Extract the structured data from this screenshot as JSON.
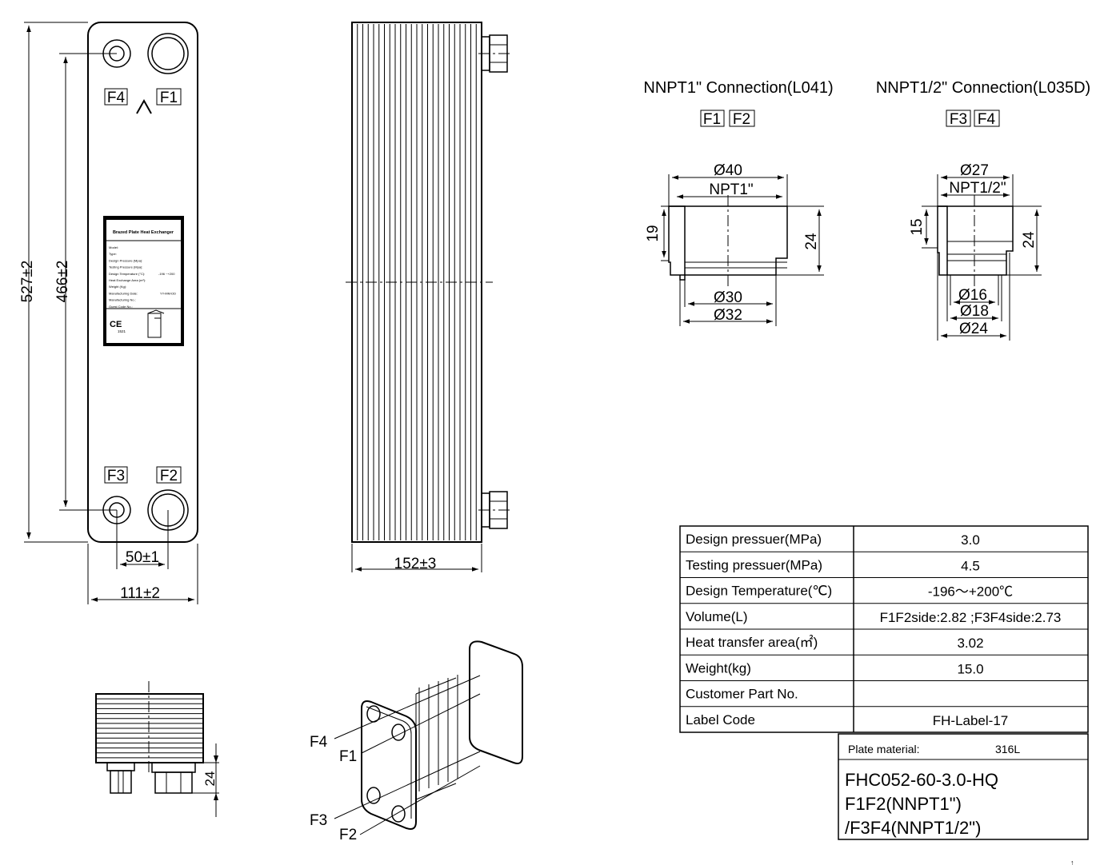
{
  "front_view": {
    "port_labels": {
      "top_left": "F4",
      "top_right": "F1",
      "bottom_left": "F3",
      "bottom_right": "F2"
    },
    "dims": {
      "overall_height": "527±2",
      "port_height": "466±2",
      "port_width": "50±1",
      "overall_width": "111±2"
    },
    "nameplate": {
      "title": "Brazed Plate Heat Exchanger",
      "rows": [
        "Model:",
        "Type:",
        "Design Pressure (Mpa):",
        "Testing Pressure (Mpa):",
        "Design Temperature (°C):",
        "Heat Exchange Area (m²):",
        "Weight (Kg):",
        "Manufacturing Date:",
        "Manufacturing No.:",
        "Guest Code No.:"
      ],
      "temp_value": "-196 ~+200",
      "date_value": "YY-MM-DD",
      "ce": "CE",
      "ce_number": "1521"
    }
  },
  "side_view": {
    "depth_dim": "152±3"
  },
  "bottom_view": {
    "nozzle_dim": "24"
  },
  "iso_view": {
    "labels": [
      "F4",
      "F1",
      "F3",
      "F2"
    ]
  },
  "connections": [
    {
      "title": "NNPT1\" Connection(L041)",
      "ports": [
        "F1",
        "F2"
      ],
      "dims": {
        "outer": "Ø40",
        "thread": "NPT1\"",
        "thread_len": "19",
        "total_len": "24",
        "inner": "Ø30",
        "base": "Ø32"
      }
    },
    {
      "title": "NNPT1/2\" Connection(L035D)",
      "ports": [
        "F3",
        "F4"
      ],
      "dims": {
        "outer": "Ø27",
        "thread": "NPT1/2\"",
        "thread_len": "15",
        "total_len": "24",
        "d1": "Ø16",
        "d2": "Ø18",
        "d3": "Ø24"
      }
    }
  ],
  "spec_table": {
    "rows": [
      [
        "Design pressuer(MPa)",
        "3.0"
      ],
      [
        "Testing pressuer(MPa)",
        "4.5"
      ],
      [
        "Design Temperature(℃)",
        "-196～+200℃"
      ],
      [
        "Volume(L)",
        "F1F2side:2.82 ;F3F4side:2.73"
      ],
      [
        "Heat transfer area(㎡)",
        "3.02"
      ],
      [
        "Weight(kg)",
        "15.0"
      ],
      [
        "Customer Part No.",
        ""
      ],
      [
        "Label Code",
        "FH-Label-17"
      ]
    ]
  },
  "title_block": {
    "material_label": "Plate material:",
    "material_value": "316L",
    "model_lines": [
      "FHC052-60-3.0-HQ",
      "F1F2(NNPT1\")",
      "/F3F4(NNPT1/2\")"
    ]
  },
  "corner_mark": "↑"
}
